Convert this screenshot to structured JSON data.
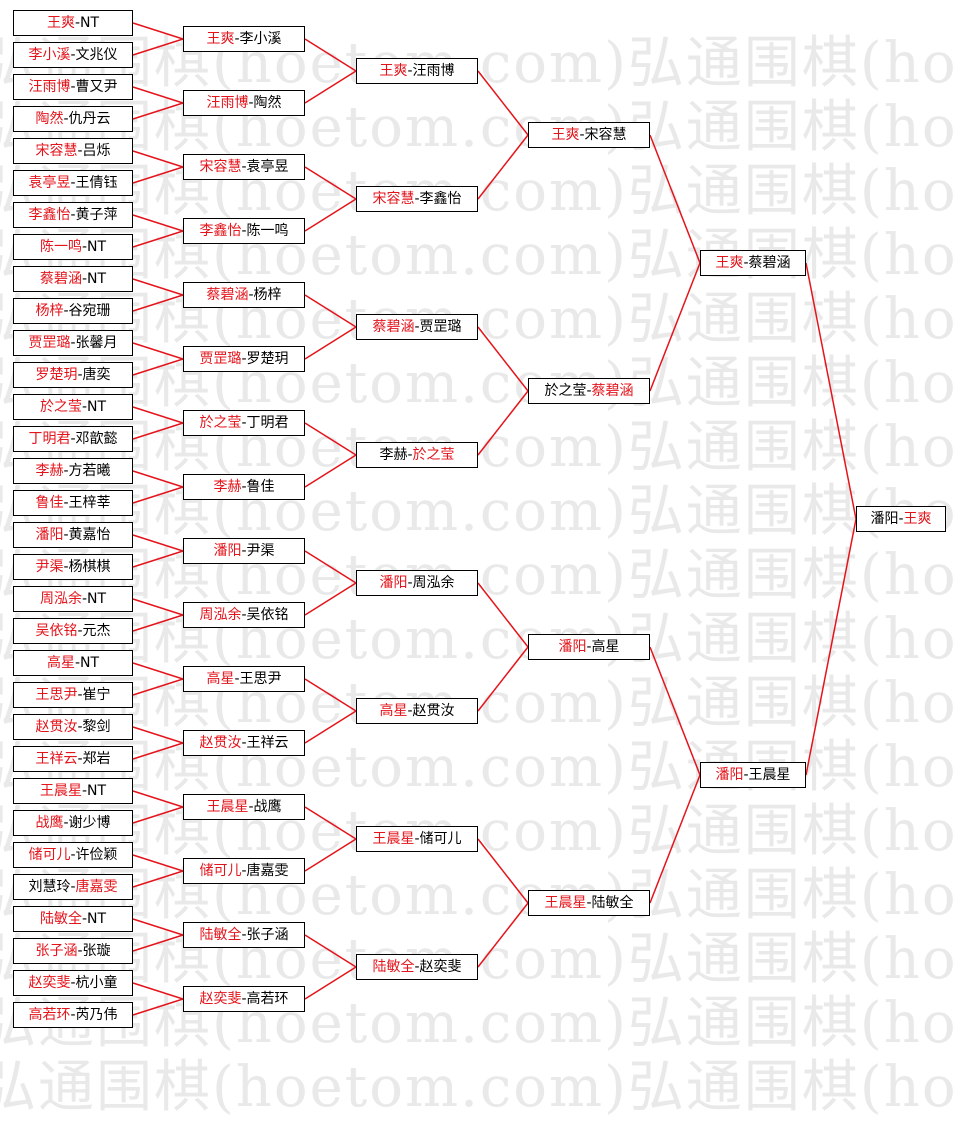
{
  "watermark": "弘通围棋(hoetom.com)弘通围棋(hoetom.com)",
  "colors": {
    "winner": "#e4141b",
    "loser": "#000000",
    "line": "#e4141b"
  },
  "rounds": [
    [
      {
        "p1": "王爽",
        "p2": "NT",
        "winner": 1
      },
      {
        "p1": "李小溪",
        "p2": "文兆仪",
        "winner": 1
      },
      {
        "p1": "汪雨博",
        "p2": "曹又尹",
        "winner": 1
      },
      {
        "p1": "陶然",
        "p2": "仇丹云",
        "winner": 1
      },
      {
        "p1": "宋容慧",
        "p2": "吕烁",
        "winner": 1
      },
      {
        "p1": "袁亭昱",
        "p2": "王倩钰",
        "winner": 1
      },
      {
        "p1": "李鑫怡",
        "p2": "黄子萍",
        "winner": 1
      },
      {
        "p1": "陈一鸣",
        "p2": "NT",
        "winner": 1
      },
      {
        "p1": "蔡碧涵",
        "p2": "NT",
        "winner": 1
      },
      {
        "p1": "杨梓",
        "p2": "谷宛珊",
        "winner": 1
      },
      {
        "p1": "贾罡璐",
        "p2": "张馨月",
        "winner": 1
      },
      {
        "p1": "罗楚玥",
        "p2": "唐奕",
        "winner": 1
      },
      {
        "p1": "於之莹",
        "p2": "NT",
        "winner": 1
      },
      {
        "p1": "丁明君",
        "p2": "邓歆懿",
        "winner": 1
      },
      {
        "p1": "李赫",
        "p2": "方若曦",
        "winner": 1
      },
      {
        "p1": "鲁佳",
        "p2": "王梓莘",
        "winner": 1
      },
      {
        "p1": "潘阳",
        "p2": "黄嘉怡",
        "winner": 1
      },
      {
        "p1": "尹渠",
        "p2": "杨棋棋",
        "winner": 1
      },
      {
        "p1": "周泓余",
        "p2": "NT",
        "winner": 1
      },
      {
        "p1": "吴依铭",
        "p2": "元杰",
        "winner": 1
      },
      {
        "p1": "高星",
        "p2": "NT",
        "winner": 1
      },
      {
        "p1": "王思尹",
        "p2": "崔宁",
        "winner": 1
      },
      {
        "p1": "赵贯汝",
        "p2": "黎剑",
        "winner": 1
      },
      {
        "p1": "王祥云",
        "p2": "郑岩",
        "winner": 1
      },
      {
        "p1": "王晨星",
        "p2": "NT",
        "winner": 1
      },
      {
        "p1": "战鹰",
        "p2": "谢少博",
        "winner": 1
      },
      {
        "p1": "储可儿",
        "p2": "许俭颖",
        "winner": 1
      },
      {
        "p1": "刘慧玲",
        "p2": "唐嘉雯",
        "winner": 2
      },
      {
        "p1": "陆敏全",
        "p2": "NT",
        "winner": 1
      },
      {
        "p1": "张子涵",
        "p2": "张璇",
        "winner": 1
      },
      {
        "p1": "赵奕斐",
        "p2": "杭小童",
        "winner": 1
      },
      {
        "p1": "高若环",
        "p2": "芮乃伟",
        "winner": 1
      }
    ],
    [
      {
        "p1": "王爽",
        "p2": "李小溪",
        "winner": 1
      },
      {
        "p1": "汪雨博",
        "p2": "陶然",
        "winner": 1
      },
      {
        "p1": "宋容慧",
        "p2": "袁亭昱",
        "winner": 1
      },
      {
        "p1": "李鑫怡",
        "p2": "陈一鸣",
        "winner": 1
      },
      {
        "p1": "蔡碧涵",
        "p2": "杨梓",
        "winner": 1
      },
      {
        "p1": "贾罡璐",
        "p2": "罗楚玥",
        "winner": 1
      },
      {
        "p1": "於之莹",
        "p2": "丁明君",
        "winner": 1
      },
      {
        "p1": "李赫",
        "p2": "鲁佳",
        "winner": 1
      },
      {
        "p1": "潘阳",
        "p2": "尹渠",
        "winner": 1
      },
      {
        "p1": "周泓余",
        "p2": "吴依铭",
        "winner": 1
      },
      {
        "p1": "高星",
        "p2": "王思尹",
        "winner": 1
      },
      {
        "p1": "赵贯汝",
        "p2": "王祥云",
        "winner": 1
      },
      {
        "p1": "王晨星",
        "p2": "战鹰",
        "winner": 1
      },
      {
        "p1": "储可儿",
        "p2": "唐嘉雯",
        "winner": 1
      },
      {
        "p1": "陆敏全",
        "p2": "张子涵",
        "winner": 1
      },
      {
        "p1": "赵奕斐",
        "p2": "高若环",
        "winner": 1
      }
    ],
    [
      {
        "p1": "王爽",
        "p2": "汪雨博",
        "winner": 1
      },
      {
        "p1": "宋容慧",
        "p2": "李鑫怡",
        "winner": 1
      },
      {
        "p1": "蔡碧涵",
        "p2": "贾罡璐",
        "winner": 1
      },
      {
        "p1": "李赫",
        "p2": "於之莹",
        "winner": 2
      },
      {
        "p1": "潘阳",
        "p2": "周泓余",
        "winner": 1
      },
      {
        "p1": "高星",
        "p2": "赵贯汝",
        "winner": 1
      },
      {
        "p1": "王晨星",
        "p2": "储可儿",
        "winner": 1
      },
      {
        "p1": "陆敏全",
        "p2": "赵奕斐",
        "winner": 1
      }
    ],
    [
      {
        "p1": "王爽",
        "p2": "宋容慧",
        "winner": 1
      },
      {
        "p1": "於之莹",
        "p2": "蔡碧涵",
        "winner": 2
      },
      {
        "p1": "潘阳",
        "p2": "高星",
        "winner": 1
      },
      {
        "p1": "王晨星",
        "p2": "陆敏全",
        "winner": 1
      }
    ],
    [
      {
        "p1": "王爽",
        "p2": "蔡碧涵",
        "winner": 1
      },
      {
        "p1": "潘阳",
        "p2": "王晨星",
        "winner": 1
      }
    ],
    [
      {
        "p1": "潘阳",
        "p2": "王爽",
        "winner": 2
      }
    ]
  ]
}
